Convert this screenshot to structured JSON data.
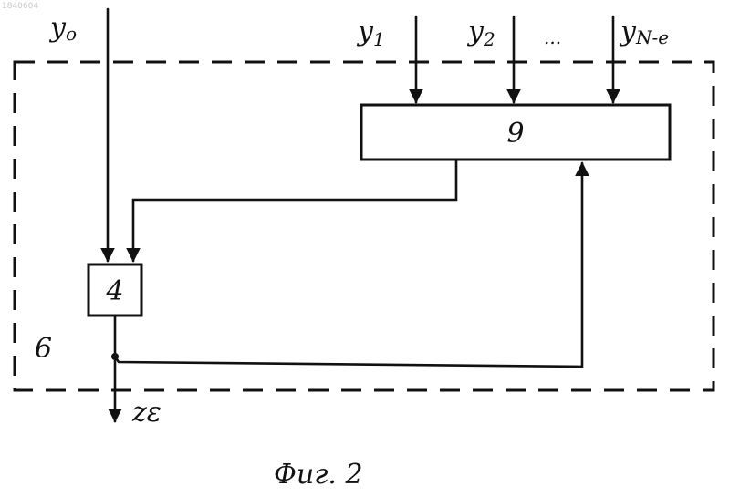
{
  "stamp": "1840604",
  "inputs": {
    "y0": {
      "base": "y",
      "sub": "o"
    },
    "y1": {
      "base": "y",
      "sub": "1"
    },
    "y2": {
      "base": "y",
      "sub": "2"
    },
    "ellipsis": "...",
    "yn": {
      "base": "y",
      "sub": "N-e"
    }
  },
  "blocks": {
    "block_9": "9",
    "block_4": "4"
  },
  "region_label": "6",
  "output_label": "zε",
  "caption": "Фиг. 2"
}
